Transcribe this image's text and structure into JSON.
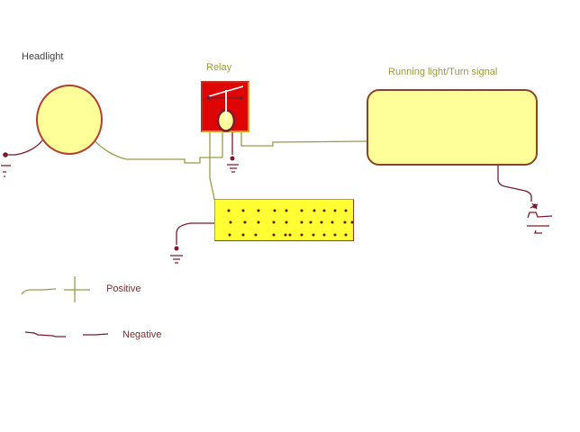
{
  "labels": {
    "headlight": "Headlight",
    "relay": "Relay",
    "running_light": "Running light/Turn signal",
    "positive": "Positive",
    "negative": "Negative"
  },
  "palette": {
    "background": "#ffffff",
    "wire_positive": "#9a9a46",
    "wire_negative": "#7b1a2e",
    "component_fill": "#ffff99",
    "headlight_outline": "#b04030",
    "running_outline": "#8a4520",
    "relay_fill": "#e00505",
    "relay_border": "#c9a82a",
    "relay_border_dark": "#b23528",
    "relay_white": "#ffffff",
    "board_fill": "#ffff33",
    "board_border_olive": "#a8a83c",
    "board_border_red": "#b03010",
    "dot_color": "#5c1a0f",
    "label_dark": "#404040",
    "label_olive": "#9a9a3c",
    "label_maroon": "#7d2f2f"
  },
  "board": {
    "dot_rows": [
      {
        "y": 12,
        "xs": [
          15,
          31,
          48,
          66,
          79,
          96,
          110,
          121,
          133,
          145
        ]
      },
      {
        "y": 25,
        "xs": [
          17,
          33,
          48,
          65,
          79,
          96,
          106,
          118,
          130,
          144,
          152
        ]
      },
      {
        "y": 39,
        "xs": [
          16,
          31,
          45,
          65,
          78,
          83,
          96,
          109,
          121,
          133,
          145
        ]
      }
    ]
  },
  "legend": {
    "positive_wire_color": "#9a9a46",
    "negative_wire_color": "#7b1a2e"
  }
}
